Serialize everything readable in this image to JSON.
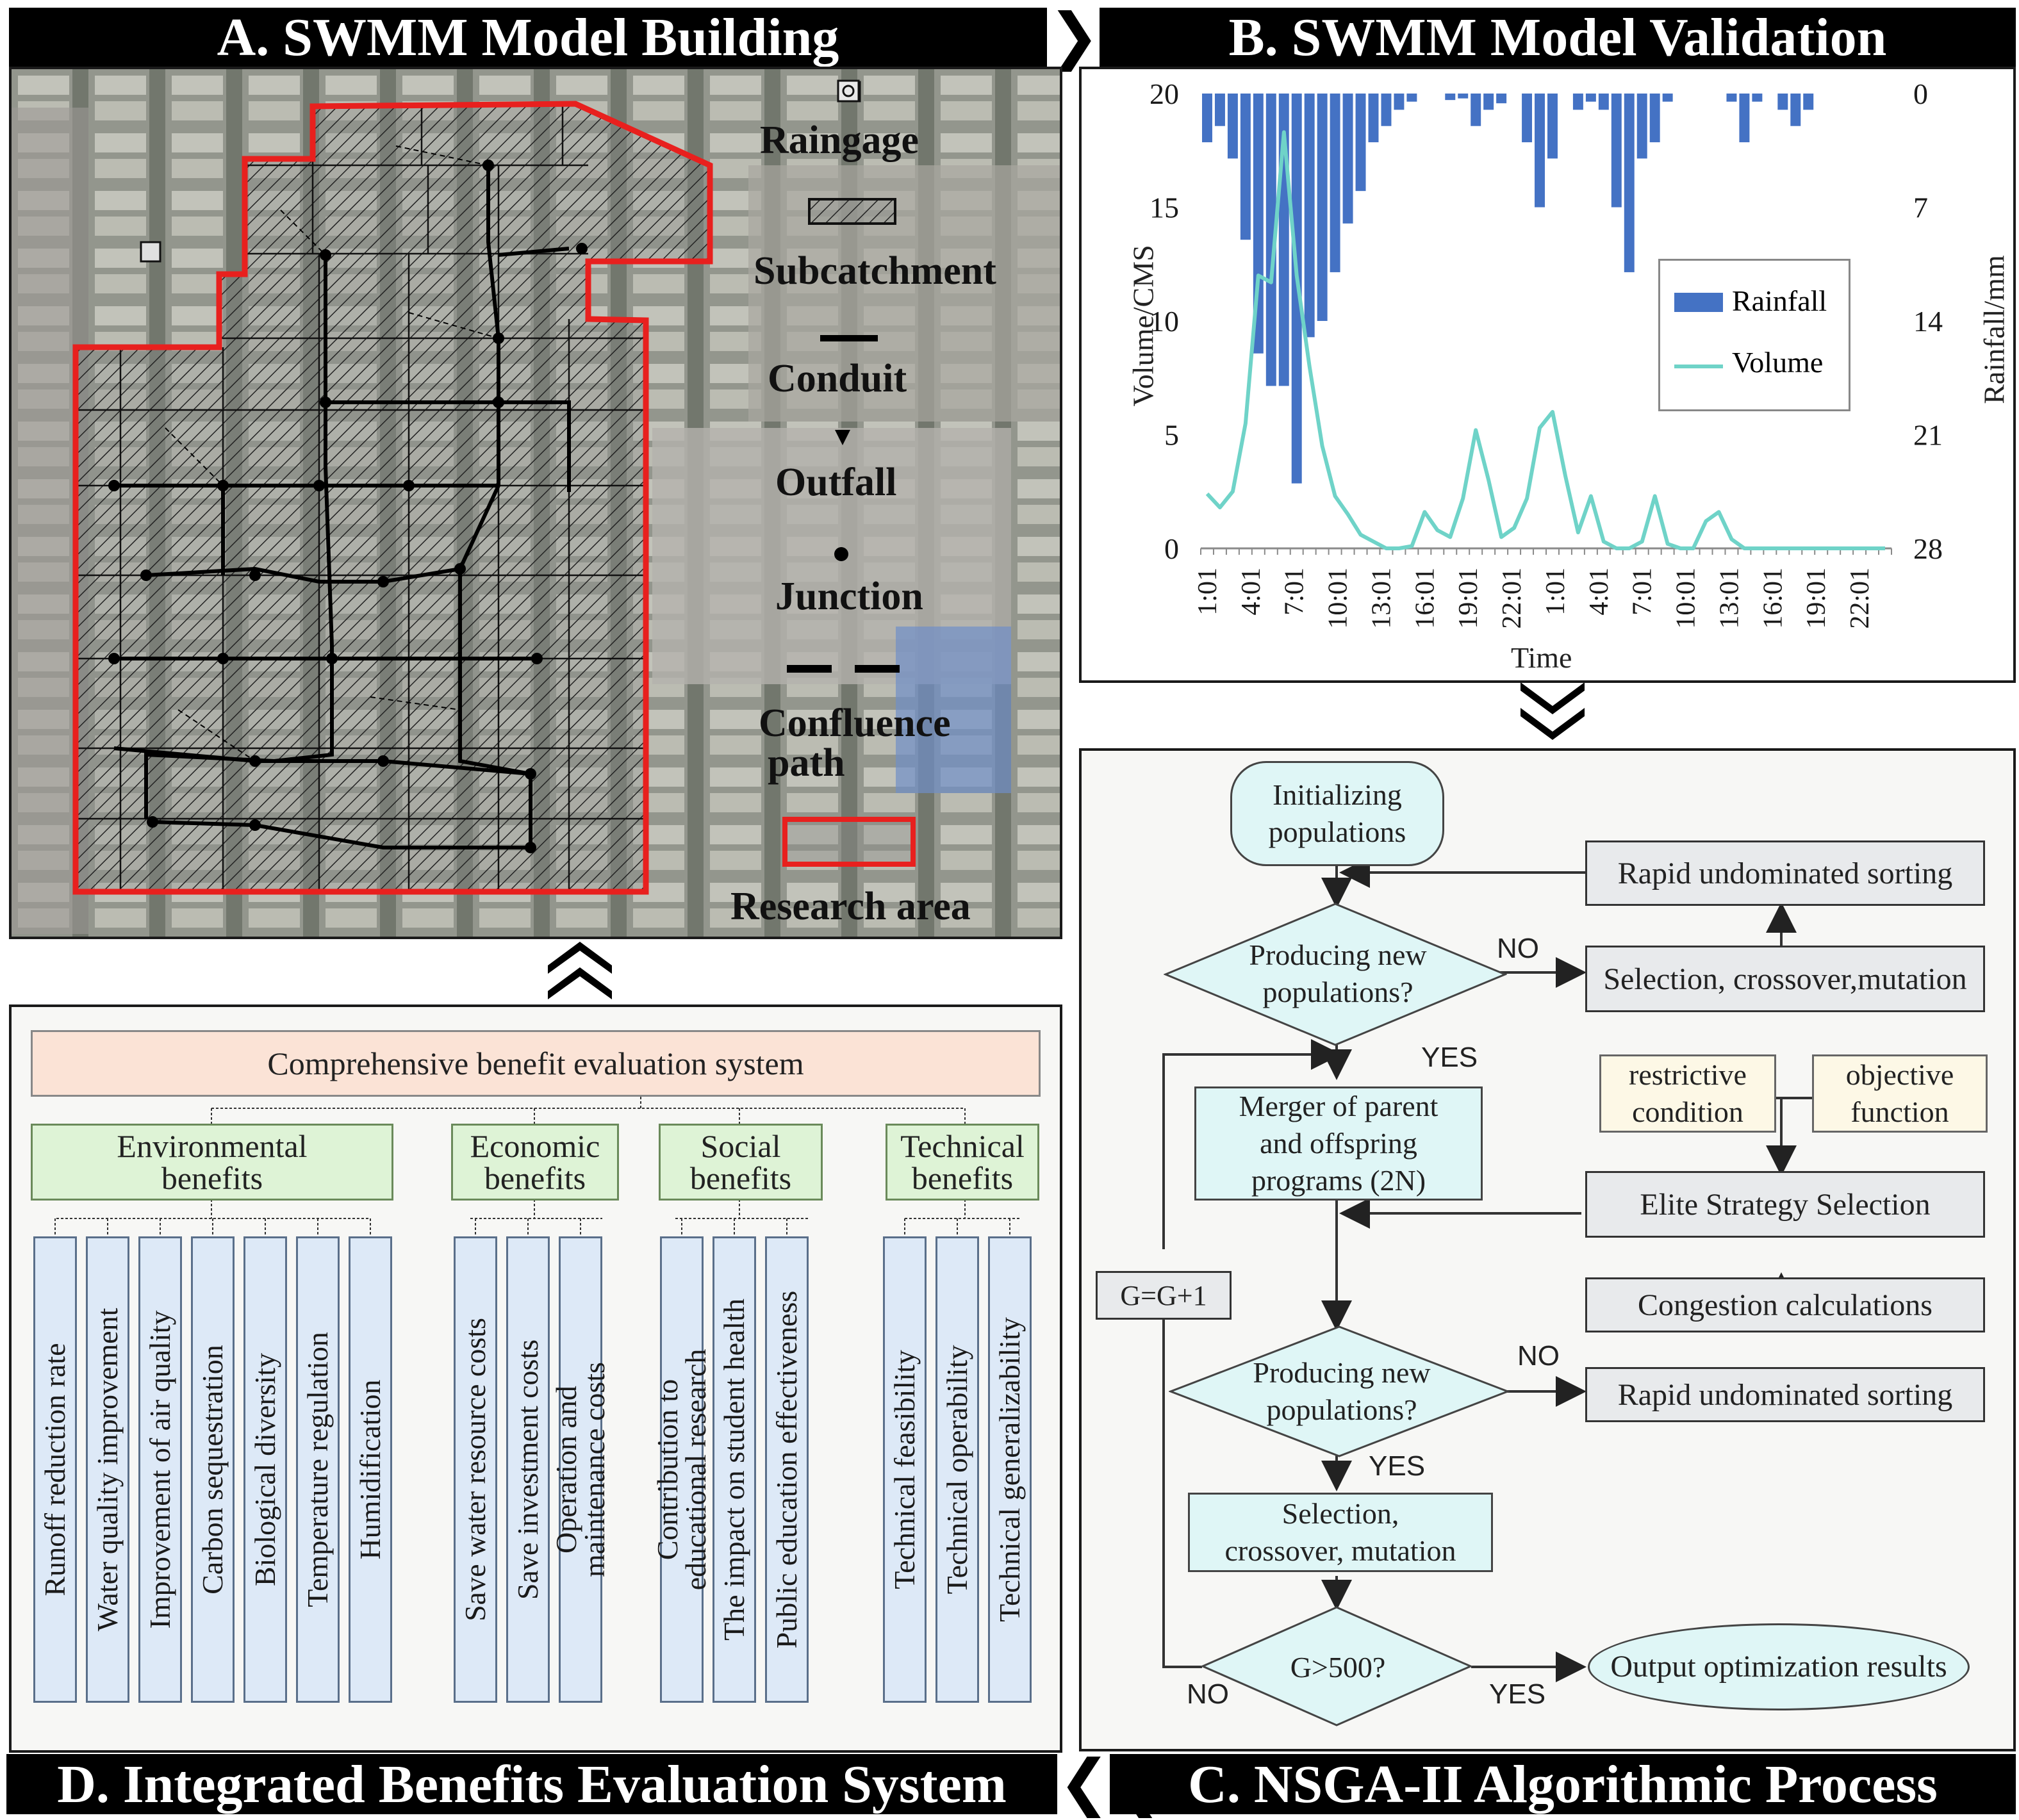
{
  "panels": {
    "a_title": "A. SWMM Model Building",
    "b_title": "B. SWMM Model Validation",
    "c_title": "C. NSGA-II Algorithmic Process",
    "d_title": "D. Integrated Benefits Evaluation System"
  },
  "map_legend": {
    "raingage": "Raingage",
    "subcatchment": "Subcatchment",
    "conduit": "Conduit",
    "outfall": "Outfall",
    "junction": "Junction",
    "confluence_line1": "Confluence",
    "confluence_line2": "path",
    "research_area": "Research area",
    "outline_color": "#e8201e"
  },
  "chart_data": {
    "type": "bar+line",
    "xlabel": "Time",
    "ylabel_left": "Volume/CMS",
    "ylabel_right": "Rainfall/mm",
    "ylim_left": [
      0,
      20
    ],
    "ylim_right_inverted": [
      0,
      28
    ],
    "y_ticks_left": [
      "0",
      "5",
      "10",
      "15",
      "20"
    ],
    "y_ticks_right": [
      "28",
      "21",
      "14",
      "7",
      "0"
    ],
    "x_tick_labels": [
      "1:01",
      "4:01",
      "7:01",
      "10:01",
      "13:01",
      "16:01",
      "19:01",
      "22:01",
      "1:01",
      "4:01",
      "7:01",
      "10:01",
      "13:01",
      "16:01",
      "19:01",
      "22:01"
    ],
    "legend": {
      "rainfall": "Rainfall",
      "volume": "Volume"
    },
    "legend_position": "right",
    "colors": {
      "rainfall": "#4472c4",
      "volume": "#6fd3c8"
    },
    "series": [
      {
        "name": "Rainfall",
        "axis": "right",
        "values": [
          3,
          2,
          4,
          9,
          16,
          18,
          18,
          24,
          15,
          14,
          11,
          8,
          6,
          3,
          2,
          1,
          0.5,
          0,
          0,
          0.4,
          0.3,
          2,
          1,
          0.6,
          0,
          3,
          7,
          4,
          0,
          1,
          0.5,
          1,
          7,
          11,
          4,
          3,
          0.5,
          0,
          0,
          0,
          0,
          0.5,
          3,
          0.5,
          0,
          1,
          2,
          1,
          0,
          0,
          0,
          0,
          0,
          0
        ]
      },
      {
        "name": "Volume",
        "values": [
          2.4,
          1.8,
          2.5,
          5.5,
          12,
          11.7,
          18.3,
          12,
          8,
          4.5,
          2.3,
          1.5,
          0.6,
          0.3,
          0,
          0,
          0.1,
          1.6,
          0.8,
          0.5,
          2.2,
          5.2,
          3,
          0.5,
          0.9,
          2.2,
          5.3,
          6,
          3.2,
          0.7,
          2.3,
          0.3,
          0,
          0,
          0.3,
          2.3,
          0.2,
          0,
          0,
          1.2,
          1.6,
          0.4,
          0,
          0,
          0,
          0,
          0,
          0,
          0,
          0,
          0,
          0,
          0,
          0
        ]
      }
    ]
  },
  "flowchart": {
    "init": [
      "Initializing",
      "populations"
    ],
    "decision1": [
      "Producing new",
      "populations?"
    ],
    "merger": [
      "Merger of parent",
      "and offspring",
      "programs (2N)"
    ],
    "decision2": [
      "Producing new",
      "populations?"
    ],
    "selection_left": [
      "Selection,",
      "crossover, mutation"
    ],
    "decision3": "G>500?",
    "output": "Output optimization results",
    "rapid_sort_top": "Rapid undominated sorting",
    "selection_right": "Selection, crossover,mutation",
    "restrictive": [
      "restrictive",
      "condition"
    ],
    "objective": [
      "objective",
      "function"
    ],
    "elite": "Elite Strategy Selection",
    "congestion": "Congestion calculations",
    "rapid_sort_bottom": "Rapid undominated sorting",
    "counter": "G=G+1",
    "no": "NO",
    "yes": "YES"
  },
  "evaluation": {
    "root": "Comprehensive benefit evaluation system",
    "categories": [
      {
        "label": [
          "Environmental",
          "benefits"
        ],
        "items": [
          "Runoff reduction rate",
          "Water quality improvement",
          "Improvement of air quality",
          "Carbon sequestration",
          "Biological diversity",
          "Temperature regulation",
          "Humidification"
        ]
      },
      {
        "label": [
          "Economic",
          "benefits"
        ],
        "items": [
          "Save water resource costs",
          "Save investment costs",
          "Operation and\nmaintenance costs"
        ]
      },
      {
        "label": [
          "Social",
          "benefits"
        ],
        "items": [
          "Contribution to\neducational research",
          "The impact on student health",
          "Public education effectiveness"
        ]
      },
      {
        "label": [
          "Technical",
          "benefits"
        ],
        "items": [
          "Technical feasibility",
          "Technical operability",
          "Technical generalizability"
        ]
      }
    ]
  }
}
